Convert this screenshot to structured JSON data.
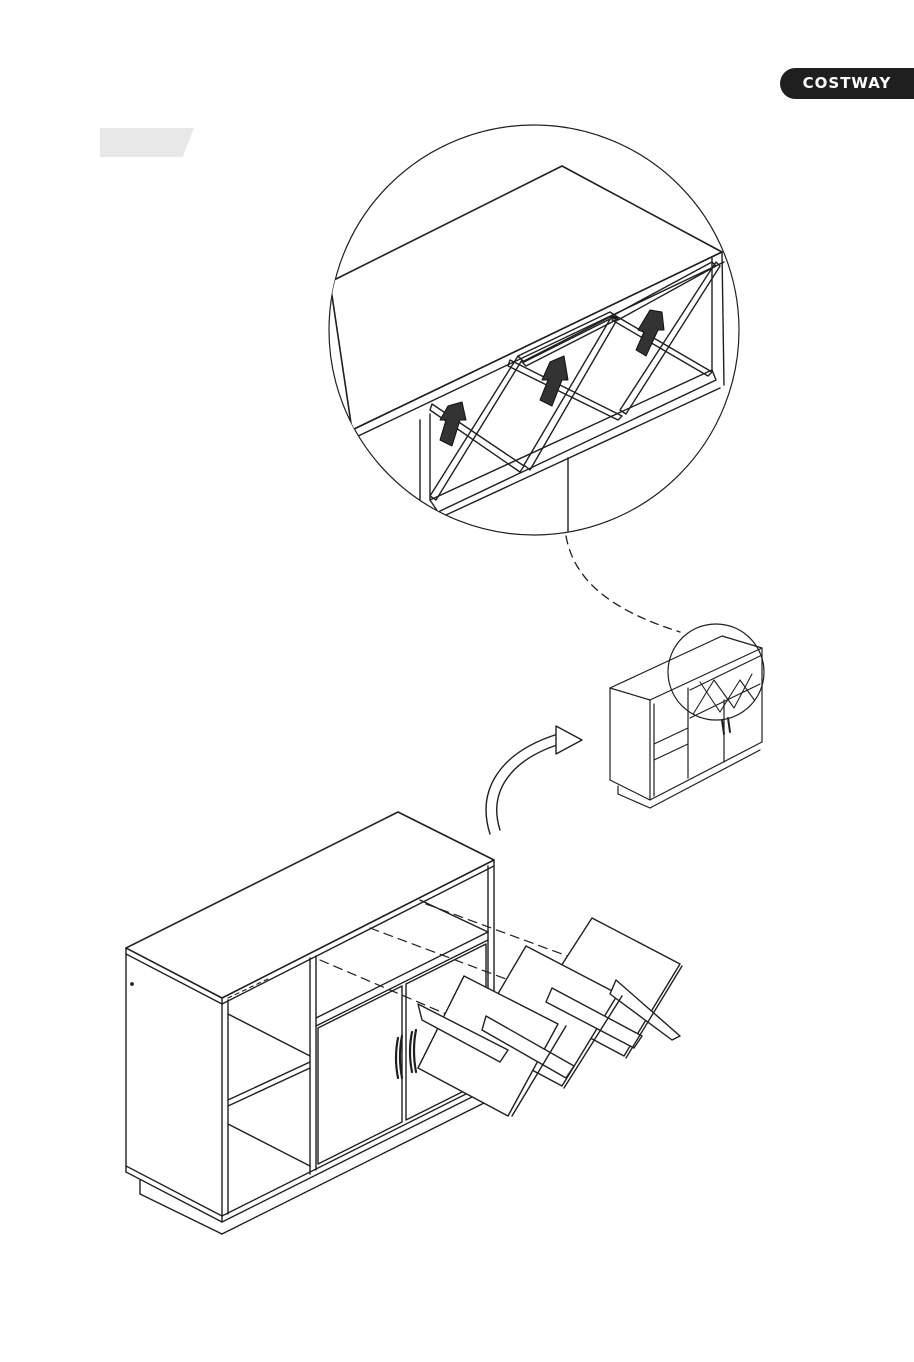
{
  "brand": {
    "name": "COSTWAY",
    "bg": "#1f1f1f",
    "fg": "#ffffff"
  },
  "step_tab": {
    "color": "#e8e8e8"
  },
  "figure": {
    "parts": [
      "cabinet-body",
      "wine-rack-x-inserts",
      "detail-magnifier",
      "completed-cabinet"
    ],
    "line_color": "#1f1f1f"
  }
}
